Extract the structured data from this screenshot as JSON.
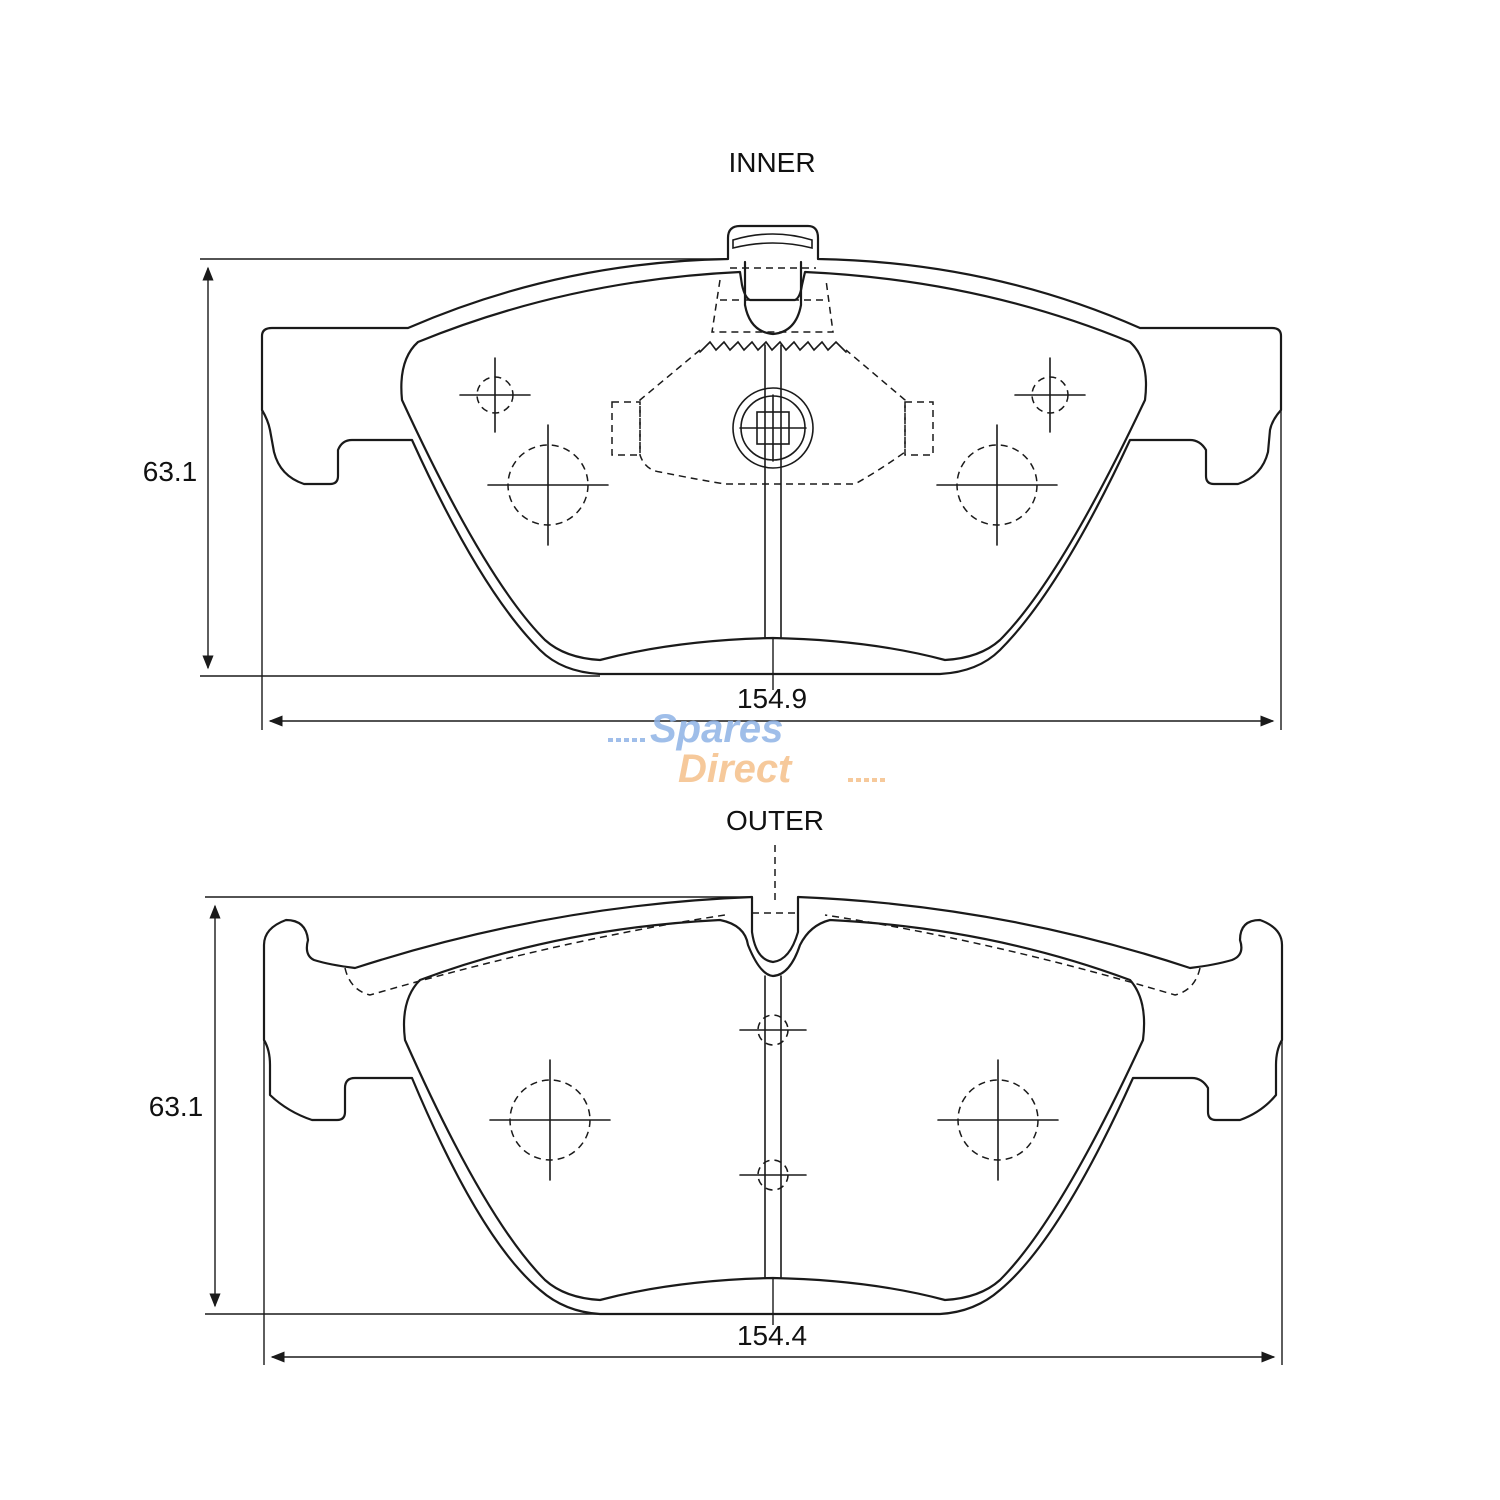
{
  "labels": {
    "inner": "INNER",
    "outer": "OUTER"
  },
  "dimensions": {
    "inner_height": "63.1",
    "inner_width": "154.9",
    "outer_height": "63.1",
    "outer_width": "154.4"
  },
  "watermark": {
    "line1": "Spares",
    "line2": "Direct",
    "color1": "#8fb3e6",
    "color2": "#f5c08a"
  }
}
